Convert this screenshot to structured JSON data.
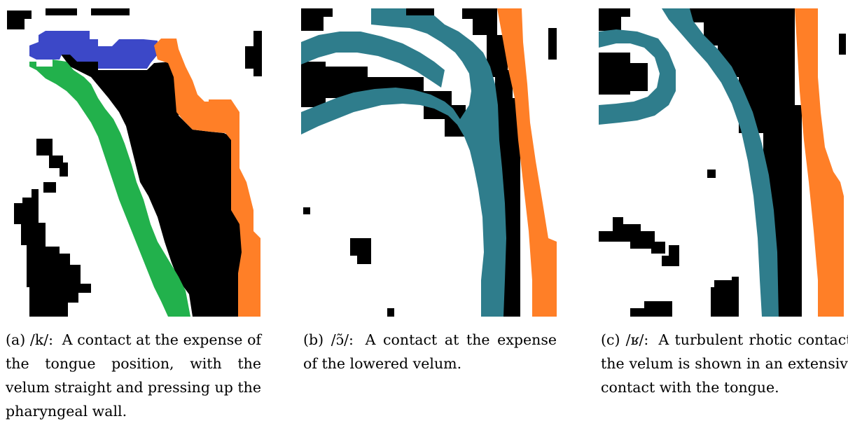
{
  "figure": {
    "colors": {
      "black": "#000000",
      "blue": "#3c48c8",
      "green": "#22b14c",
      "orange": "#ff7f27",
      "teal": "#2f7d8c",
      "white": "#ffffff"
    },
    "panels": [
      {
        "id": "a",
        "label": "(a) /k/:",
        "caption": "A contact at the expense of the tongue position, with the velum straight and pressing up the pharyngeal wall.",
        "segmented_regions": [
          "velum (blue)",
          "tongue (green)",
          "pharyngeal wall (orange)"
        ]
      },
      {
        "id": "b",
        "label": "(b) /ɔ̃/:",
        "caption": "A contact at the expense of the lowered velum.",
        "segmented_regions": [
          "contact region (teal)",
          "pharyngeal wall (orange)"
        ]
      },
      {
        "id": "c",
        "label": "(c) /ʁ/:",
        "caption": "A turbulent rhotic contact, the velum is shown in an extensive contact with the tongue.",
        "segmented_regions": [
          "contact region (teal)",
          "pharyngeal wall (orange)"
        ]
      }
    ]
  }
}
